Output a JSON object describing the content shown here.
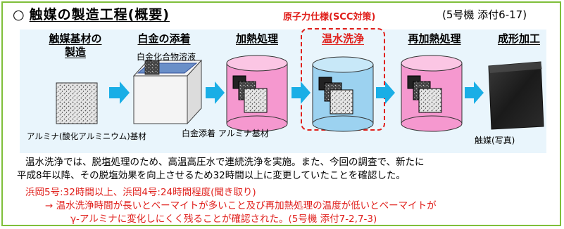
{
  "title": "触媒の製造工程(概要)",
  "title_marker": "○",
  "reference": "(5号機 添付6-17)",
  "nuclear_spec": "原子力仕様(SCC対策)",
  "steps": [
    {
      "label_line1": "触媒基材の",
      "label_line2": "製造"
    },
    {
      "label_line1": "白金の添着"
    },
    {
      "label_line1": "加熱処理"
    },
    {
      "label_line1": "温水洗浄"
    },
    {
      "label_line1": "再加熱処理"
    },
    {
      "label_line1": "成形加工"
    }
  ],
  "captions": {
    "platinum_solution": "白金化合物溶液",
    "alumina_base": "アルミナ(酸化アルミニウム)基材",
    "platinum_alumina": "白金添着 アルミナ基材",
    "catalyst_photo": "触媒(写真)"
  },
  "paragraph": {
    "line1": "温水洗浄では、脱塩処理のため、高温高圧水で連続洗浄を実施。また、今回の調査で、新たに",
    "line2": "平成8年以降、その脱塩効果を向上させるため32時間以上に変更していたことを確認した。"
  },
  "findings": {
    "hamaoka": "浜岡5号:32時間以上、浜岡4号:24時間程度(聞き取り)",
    "conclusion1": "→  温水洗浄時間が長いとベーマイトが多いこと及び再加熱処理の温度が低いとベーマイトが",
    "conclusion2": "γ-アルミナに変化しにくく残ることが確認された。(5号機  添付7-2,7-3)"
  },
  "colors": {
    "border": "#7fbf3a",
    "band": "#e9f5fc",
    "accent_red": "#e0201c",
    "arrow": "#19aee6",
    "pink_vessel": "#f598cf",
    "blue_vessel": "#9cd2f0"
  }
}
